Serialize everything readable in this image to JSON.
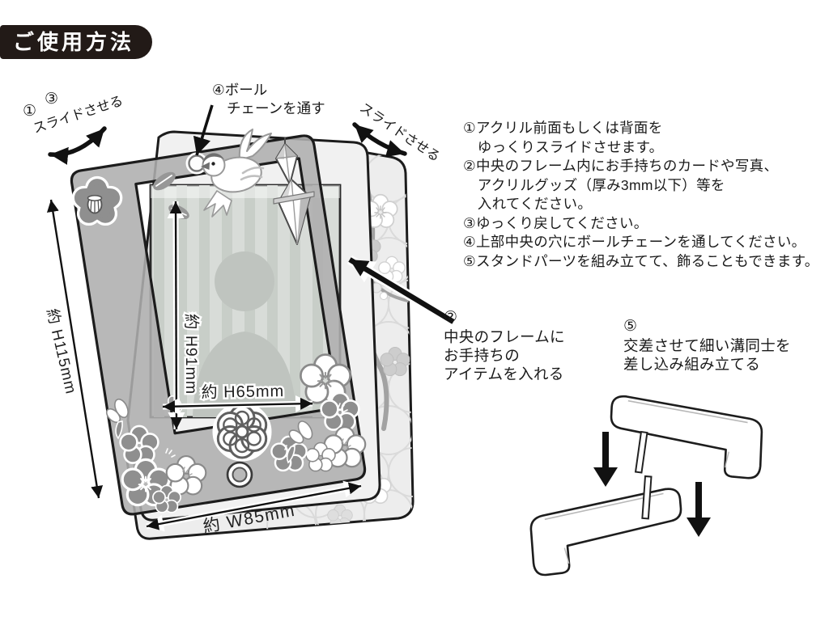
{
  "badge": {
    "label": "ご使用方法"
  },
  "callouts": {
    "slide_left": {
      "step_a": "①",
      "step_b": "③",
      "label": "スライドさせる"
    },
    "slide_right": {
      "label": "スライドさせる"
    },
    "ball_chain": {
      "line1": "④ボール",
      "line2": "チェーンを通す"
    },
    "insert": {
      "step": "②",
      "line1": "中央のフレームに",
      "line2": "お手持ちの",
      "line3": "アイテムを入れる"
    },
    "stand": {
      "step": "⑤",
      "line1": "交差させて細い溝同士を",
      "line2": "差し込み組み立てる"
    }
  },
  "dimensions": {
    "outer_height": "約 H115mm",
    "inner_height": "約 H91mm",
    "inner_width": "約 H65mm",
    "outer_width": "約 W85mm"
  },
  "instructions": {
    "lines": [
      "①アクリル前面もしくは背面を",
      "　ゆっくりスライドさせます。",
      "②中央のフレーム内にお手持ちのカードや写真、",
      "　アクリルグッズ（厚み3mm以下）等を",
      "　入れてください。",
      "③ゆっくり戻してください。",
      "④上部中央の穴にボールチェーンを通してください。",
      "⑤スタンドパーツを組み立てて、飾ることもできます。"
    ]
  },
  "colors": {
    "badge_bg": "#221a17",
    "outline": "#1c1c1c",
    "panel_front": "#aeaeae",
    "panel_light": "#f1f1f1",
    "dark_flower": "#8f8f8f"
  }
}
